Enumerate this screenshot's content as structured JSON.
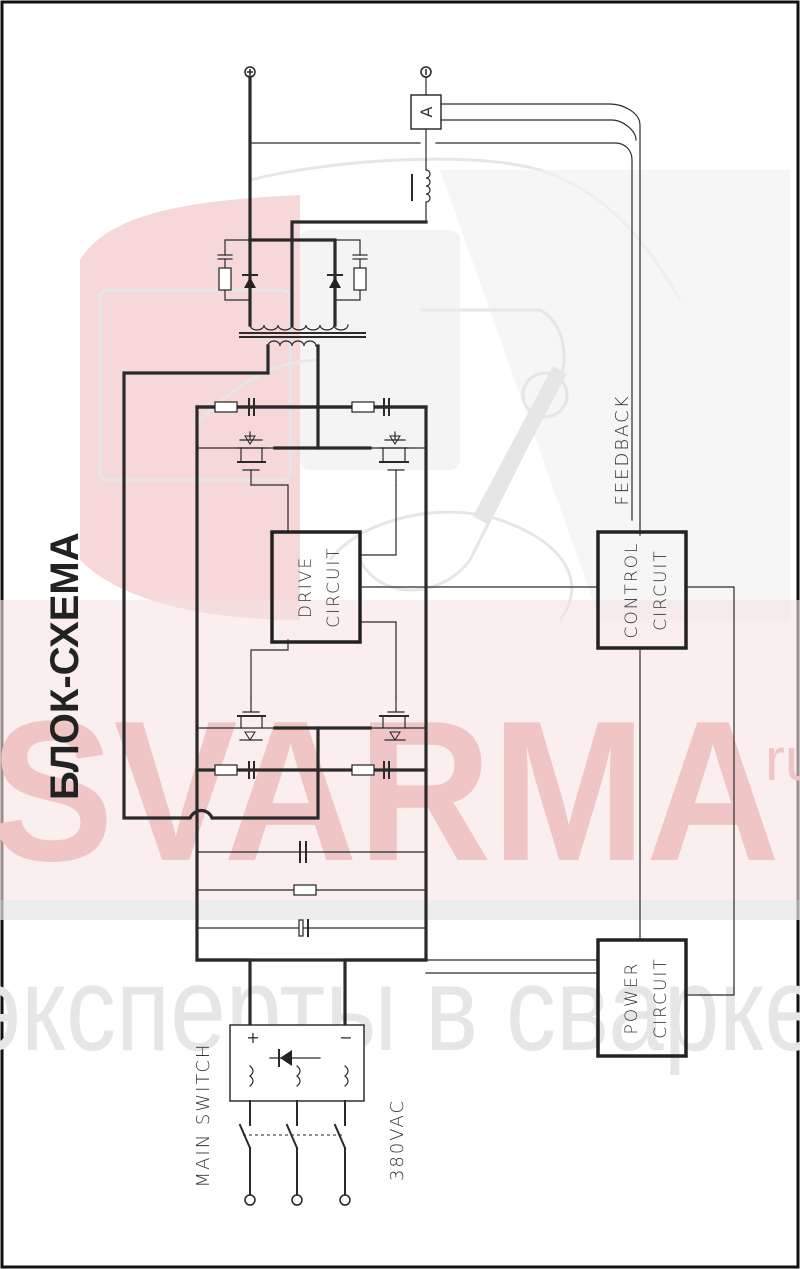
{
  "title": "БЛОК-СХЕМА",
  "blocks": {
    "drive": [
      "DRIVE",
      "CIRCUIT"
    ],
    "control": [
      "CONTROL",
      "CIRCUIT"
    ],
    "power": [
      "POWER",
      "CIRCUIT"
    ]
  },
  "labels": {
    "feedback": "FEEDBACK",
    "main_switch": "MAIN SWITCH",
    "input_voltage": "380VAC",
    "ammeter": "A",
    "plus": "+",
    "minus": "−"
  },
  "watermark": {
    "brand": "SVARMA",
    "suffix": "ru",
    "tagline": "эксперты в сварке"
  },
  "colors": {
    "line": "#2a2a2a",
    "watermark_red": "#f2c4c4",
    "watermark_grey": "#e4e4e4"
  }
}
